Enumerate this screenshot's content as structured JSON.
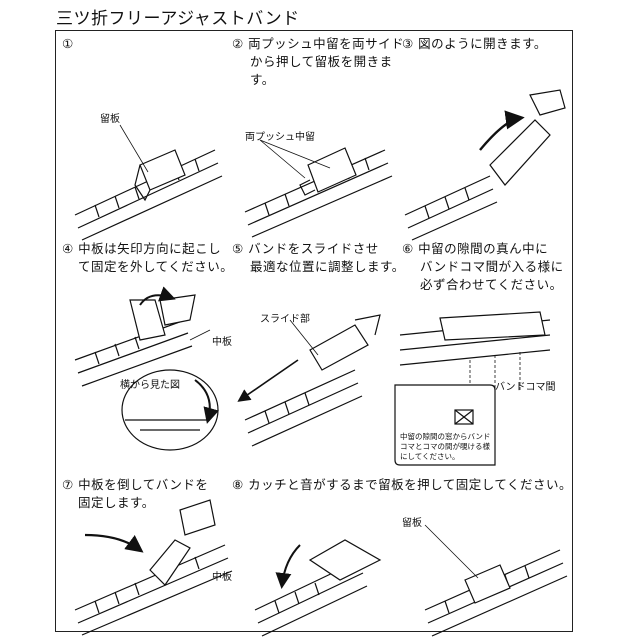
{
  "title": "三ツ折フリーアジャストバンド",
  "steps": {
    "s1": "①",
    "s2_l1": "② 両プッシュ中留を両サイド",
    "s2_l2": "から押して留板を開きま",
    "s2_l3": "す。",
    "s3": "③ 図のように開きます。",
    "s4_l1": "④ 中板は矢印方向に起こし",
    "s4_l2": "て固定を外してください。",
    "s5_l1": "⑤ バンドをスライドさせ",
    "s5_l2": "最適な位置に調整します。",
    "s6_l1": "⑥ 中留の隙間の真ん中に",
    "s6_l2": "バンドコマ間が入る様に",
    "s6_l3": "必ず合わせてください。",
    "s7_l1": "⑦ 中板を倒してバンドを",
    "s7_l2": "固定します。",
    "s8": "⑧ カッチと音がするまで留板を押して固定してください。"
  },
  "labels": {
    "tomeita_1": "留板",
    "push": "両プッシュ中留",
    "nakaita_4": "中板",
    "side_view": "横から見た図",
    "slide": "スライド部",
    "koma": "バンドコマ間",
    "nakaita_7": "中板",
    "tomeita_8": "留板"
  },
  "note": {
    "l1": "中留の隙間の窓からバンド",
    "l2": "コマとコマの間が覗ける様",
    "l3": "にしてください。"
  }
}
